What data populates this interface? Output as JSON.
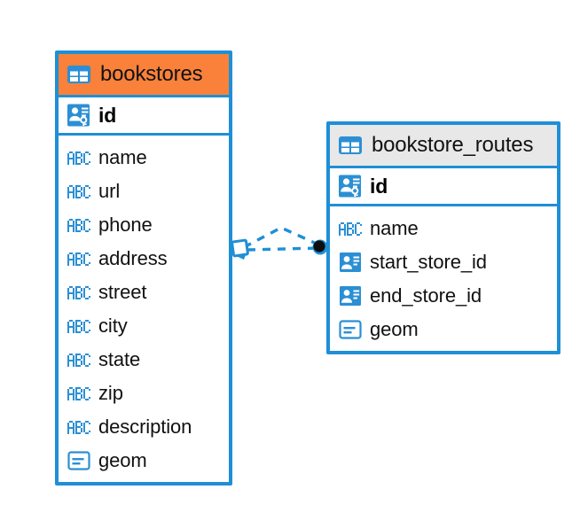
{
  "diagram": {
    "type": "entity-relationship-diagram",
    "colors": {
      "border": "#1f8fd6",
      "accent_header": "#f9813a",
      "plain_header": "#e8e8e8",
      "icon_blue": "#2b8fd4",
      "connector": "#1f8fd6",
      "endpoint": "#0d0d0d",
      "background": "#ffffff"
    },
    "entities": [
      {
        "name": "bookstores",
        "header_style": "accent",
        "table_icon": "table-icon",
        "primary_key": {
          "label": "id",
          "icon": "primary-key-icon",
          "type": "key"
        },
        "fields": [
          {
            "label": "name",
            "icon": "text-field-icon",
            "type": "abc"
          },
          {
            "label": "url",
            "icon": "text-field-icon",
            "type": "abc"
          },
          {
            "label": "phone",
            "icon": "text-field-icon",
            "type": "abc"
          },
          {
            "label": "address",
            "icon": "text-field-icon",
            "type": "abc"
          },
          {
            "label": "street",
            "icon": "text-field-icon",
            "type": "abc"
          },
          {
            "label": "city",
            "icon": "text-field-icon",
            "type": "abc"
          },
          {
            "label": "state",
            "icon": "text-field-icon",
            "type": "abc"
          },
          {
            "label": "zip",
            "icon": "text-field-icon",
            "type": "abc"
          },
          {
            "label": "description",
            "icon": "text-field-icon",
            "type": "abc"
          },
          {
            "label": "geom",
            "icon": "geometry-field-icon",
            "type": "geom"
          }
        ]
      },
      {
        "name": "bookstore_routes",
        "header_style": "plain",
        "table_icon": "table-icon",
        "primary_key": {
          "label": "id",
          "icon": "primary-key-icon",
          "type": "key"
        },
        "fields": [
          {
            "label": "name",
            "icon": "text-field-icon",
            "type": "abc"
          },
          {
            "label": "start_store_id",
            "icon": "foreign-key-icon",
            "type": "fk"
          },
          {
            "label": "end_store_id",
            "icon": "foreign-key-icon",
            "type": "fk"
          },
          {
            "label": "geom",
            "icon": "geometry-field-icon",
            "type": "geom"
          }
        ]
      }
    ],
    "relationship": {
      "from_entity": "bookstores",
      "to_entity": "bookstore_routes",
      "style": "dashed",
      "source_marker": "crows-foot-diamond",
      "target_marker": "filled-circle"
    }
  }
}
